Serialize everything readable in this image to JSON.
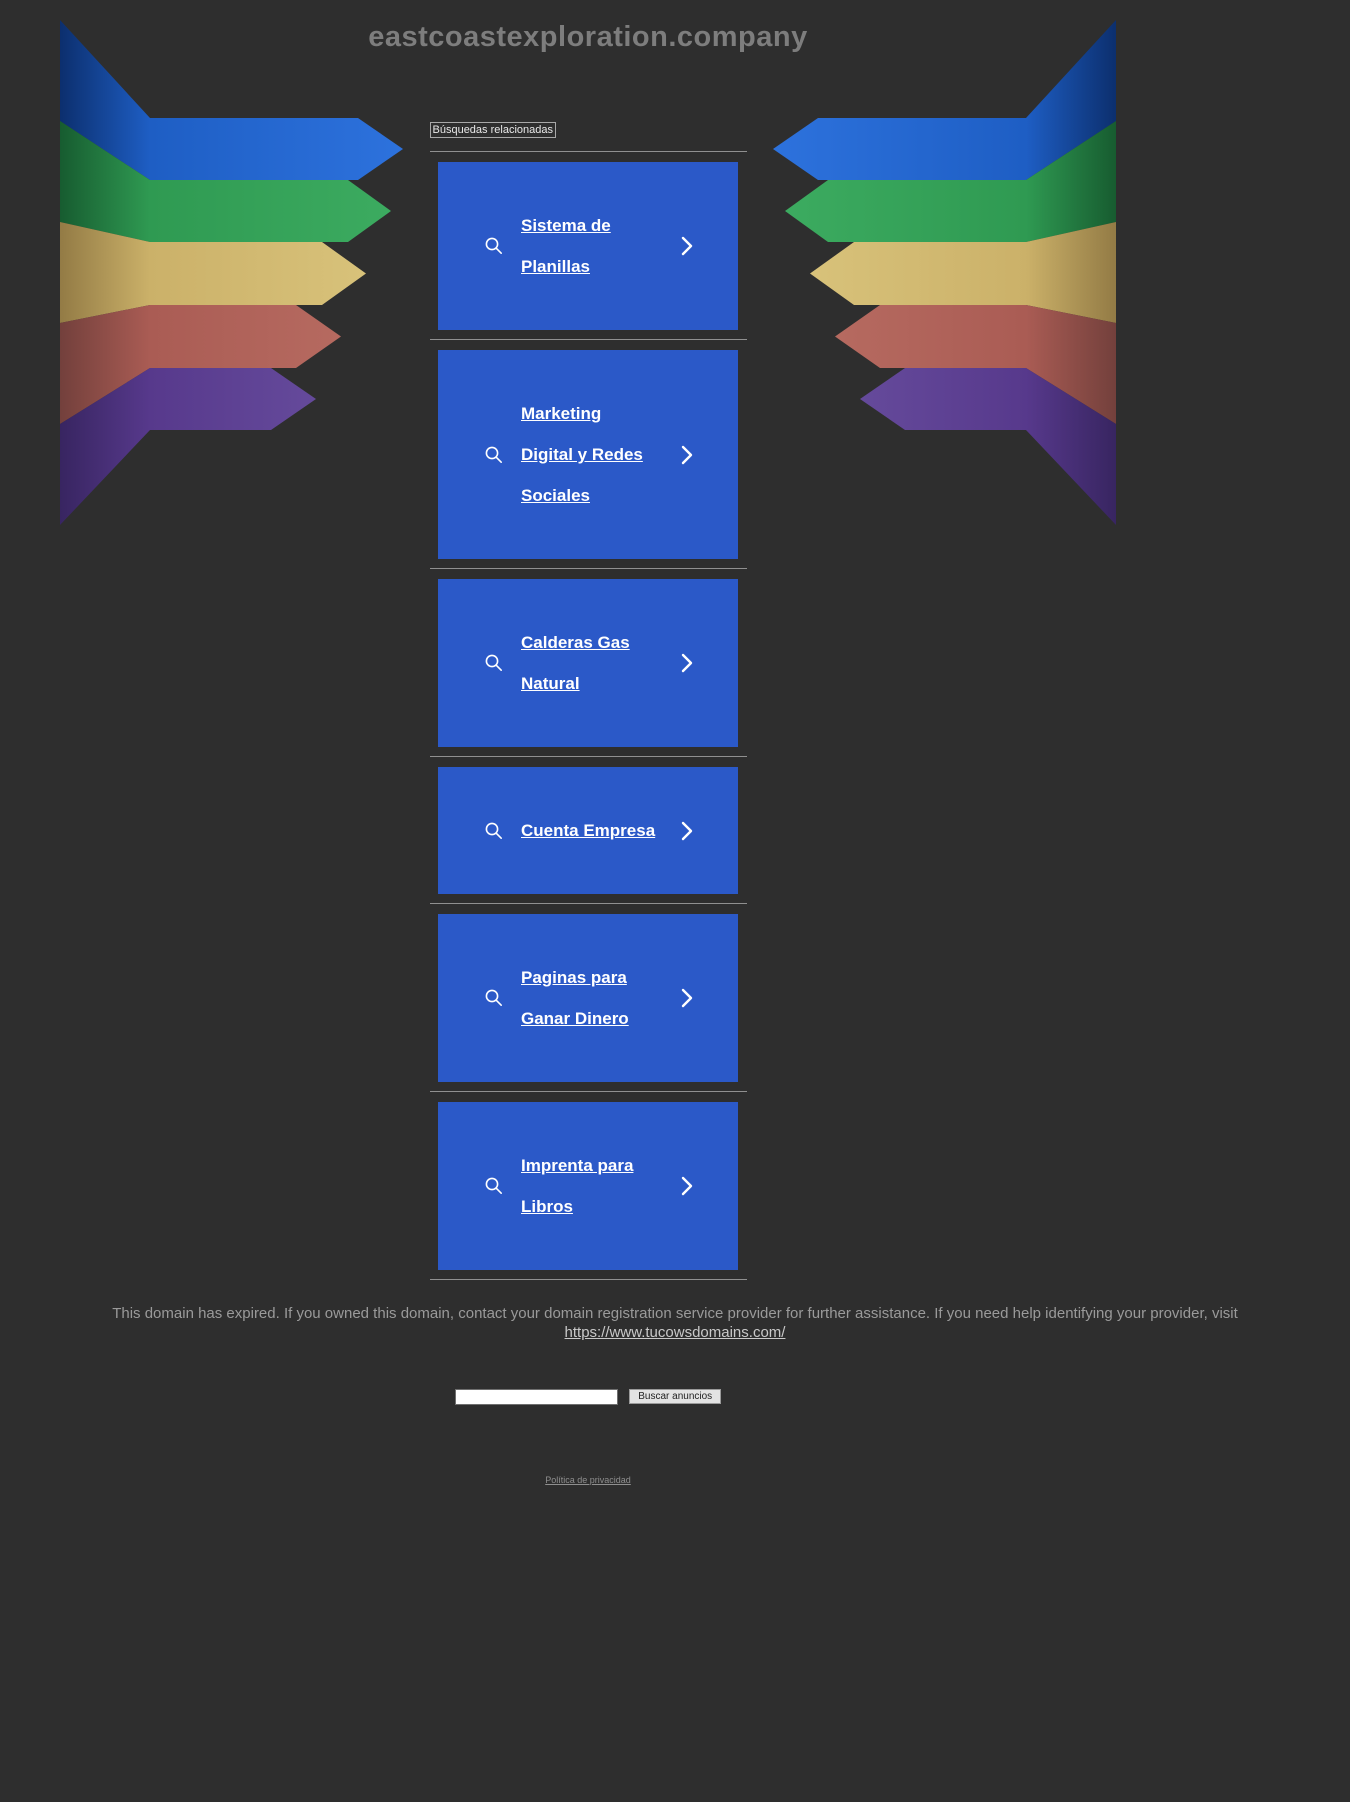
{
  "page": {
    "domain_title": "eastcoastexploration.company",
    "related_label": "Búsquedas relacionadas",
    "expired_notice": "This domain has expired. If you owned this domain, contact your domain registration service provider for further assistance. If you need help identifying your provider, visit",
    "expired_link": "https://www.tucowsdomains.com/",
    "privacy_link": "Política de privacidad"
  },
  "related_searches": [
    {
      "label": "Sistema de Planillas"
    },
    {
      "label": "Marketing Digital y Redes Sociales"
    },
    {
      "label": "Calderas Gas Natural"
    },
    {
      "label": "Cuenta Empresa"
    },
    {
      "label": "Paginas para Ganar Dinero"
    },
    {
      "label": "Imprenta para Libros"
    }
  ],
  "ad_search": {
    "value": "",
    "button_label": "Buscar anuncios"
  },
  "icons": {
    "card_left": "search-icon",
    "card_right": "chevron-right-icon"
  },
  "colors": {
    "background": "#2e2e2e",
    "card_blue": "#2b59c8",
    "card_text": "#ffffff",
    "title_gray": "#7d7d7d",
    "notice_gray": "#9a9a9a",
    "ribbon_blue": "#2363cf",
    "ribbon_green": "#2f9a52",
    "ribbon_yellow": "#cbb169",
    "ribbon_red": "#aa5c54",
    "ribbon_purple": "#57398c"
  }
}
